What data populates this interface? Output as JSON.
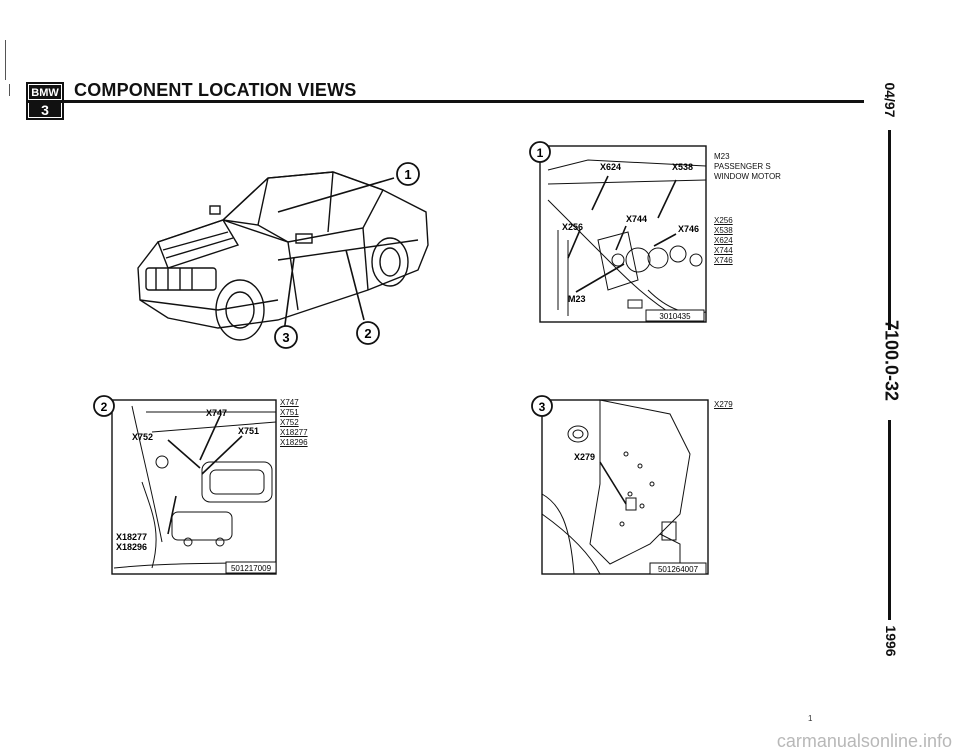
{
  "header": {
    "logo_text": "BMW",
    "logo_series": "3",
    "title": "COMPONENT LOCATION VIEWS"
  },
  "side": {
    "date": "04/97",
    "code": "7100.0-32",
    "year": "1996"
  },
  "overview": {
    "callouts": [
      "1",
      "2",
      "3"
    ]
  },
  "view1": {
    "number": "1",
    "labels": [
      "X624",
      "X538",
      "X744",
      "X256",
      "X746",
      "M23"
    ],
    "legend_title": [
      "M23",
      "PASSENGER S",
      "WINDOW MOTOR"
    ],
    "legend_items": [
      "X256",
      "X538",
      "X624",
      "X744",
      "X746"
    ],
    "ref": "3010435"
  },
  "view2": {
    "number": "2",
    "labels": [
      "X747",
      "X752",
      "X751",
      "X18277",
      "X18296"
    ],
    "legend_items": [
      "X747",
      "X751",
      "X752",
      "X18277",
      "X18296"
    ],
    "ref": "501217009"
  },
  "view3": {
    "number": "3",
    "labels": [
      "X279"
    ],
    "legend_items": [
      "X279"
    ],
    "ref": "501264007"
  },
  "page_mark": "1",
  "footer": "carmanualsonline.info"
}
